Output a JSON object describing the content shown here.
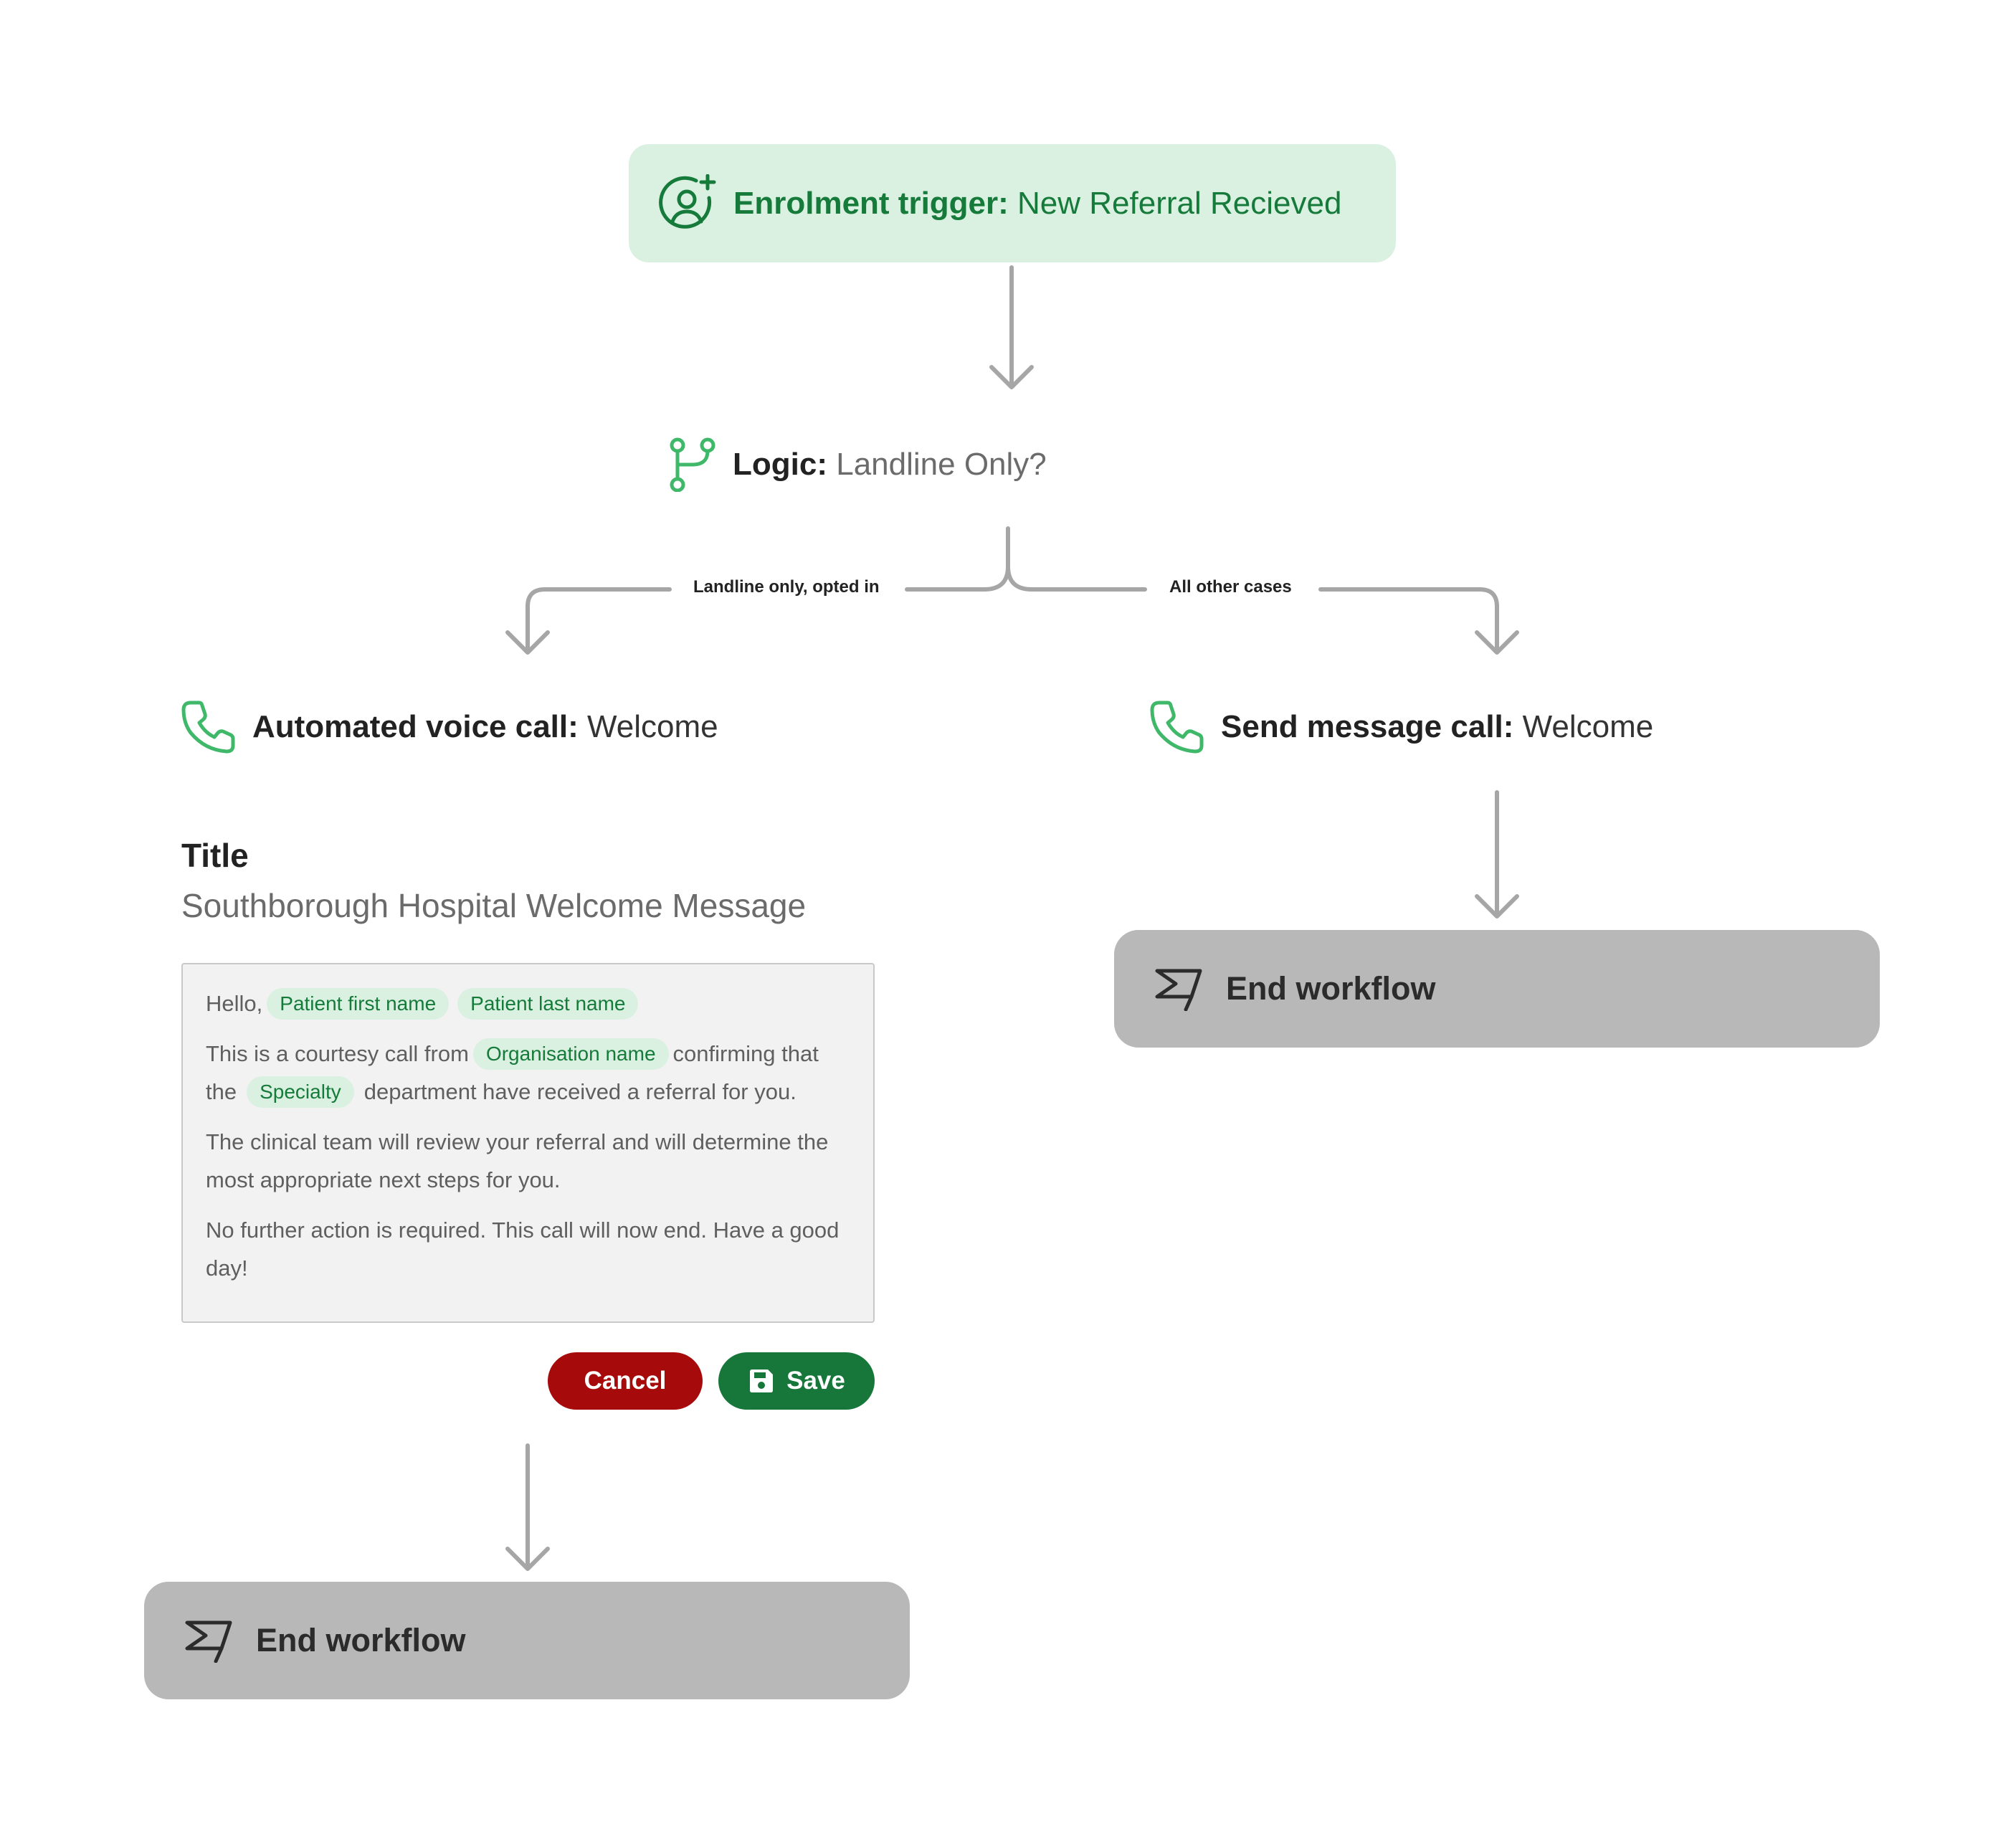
{
  "trigger": {
    "label_bold": "Enrolment trigger:",
    "label_value": "New Referral Recieved",
    "icon": "user-plus-icon"
  },
  "logic": {
    "label_bold": "Logic:",
    "label_value": "Landline Only?",
    "icon": "branch-icon"
  },
  "branches": {
    "left_label": "Landline only, opted in",
    "right_label": "All other cases"
  },
  "left_node": {
    "label_bold": "Automated voice call:",
    "label_value": "Welcome",
    "icon": "phone-icon",
    "title_label": "Title",
    "title_value": "Southborough Hospital Welcome Message",
    "message": {
      "greeting": "Hello,",
      "chip_first_name": "Patient first name",
      "chip_last_name": "Patient last name",
      "p2_a": "This is a courtesy call from",
      "chip_org": "Organisation name",
      "p2_b": "confirming that the",
      "chip_specialty": "Specialty",
      "p2_c": "department have received a referral for you.",
      "p3": "The clinical team will review your referral and will determine the most appropriate next steps for you.",
      "p4": "No further action is required. This call will now end. Have a good day!"
    },
    "cancel_label": "Cancel",
    "save_label": "Save",
    "end_label": "End workflow"
  },
  "right_node": {
    "label_bold": "Send message call:",
    "label_value": "Welcome",
    "icon": "phone-icon",
    "end_label": "End workflow"
  },
  "colors": {
    "accent_green": "#157a3a",
    "icon_green": "#3fb86a",
    "trigger_bg": "#daf1e2",
    "cancel_red": "#a70a0a",
    "save_green": "#17773a",
    "end_bg": "#b8b8b8",
    "connector": "#a6a6a6"
  }
}
